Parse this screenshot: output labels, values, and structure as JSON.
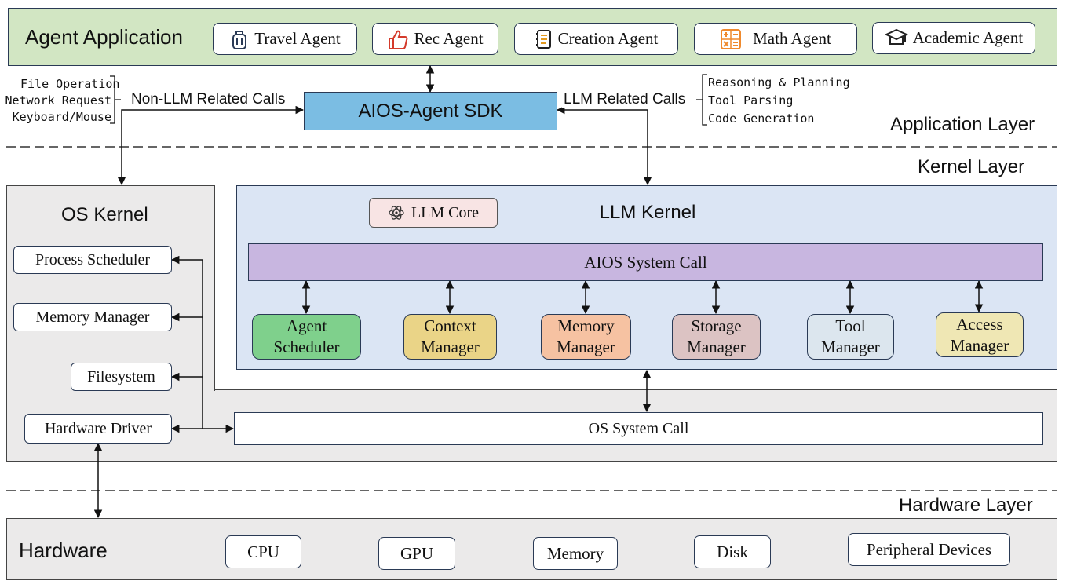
{
  "application": {
    "title": "Agent Application",
    "agents": [
      {
        "label": "Travel Agent",
        "icon": "luggage-icon"
      },
      {
        "label": "Rec Agent",
        "icon": "thumbs-up-icon"
      },
      {
        "label": "Creation Agent",
        "icon": "notebook-icon"
      },
      {
        "label": "Math Agent",
        "icon": "calculator-icon"
      },
      {
        "label": "Academic Agent",
        "icon": "graduation-cap-icon"
      }
    ],
    "sdk": "AIOS-Agent SDK",
    "non_llm_calls": "Non-LLM Related Calls",
    "llm_calls": "LLM Related Calls",
    "non_llm_items": [
      "File Operation",
      "Network Request",
      "Keyboard/Mouse"
    ],
    "llm_items": [
      "Reasoning & Planning",
      "Tool Parsing",
      "Code Generation"
    ],
    "layer": "Application Layer"
  },
  "kernel": {
    "layer": "Kernel Layer",
    "os_kernel": {
      "title": "OS Kernel",
      "modules": [
        "Process Scheduler",
        "Memory Manager",
        "Filesystem",
        "Hardware Driver"
      ]
    },
    "llm_kernel": {
      "title": "LLM Kernel",
      "core": "LLM Core",
      "core_icon": "atom-icon",
      "syscall": "AIOS System Call",
      "managers": [
        {
          "line1": "Agent",
          "line2": "Scheduler",
          "color": "#7fd08c"
        },
        {
          "line1": "Context",
          "line2": "Manager",
          "color": "#ead487"
        },
        {
          "line1": "Memory",
          "line2": "Manager",
          "color": "#f6c2a2"
        },
        {
          "line1": "Storage",
          "line2": "Manager",
          "color": "#dcc3c3"
        },
        {
          "line1": "Tool",
          "line2": "Manager",
          "color": "#dce6ee"
        },
        {
          "line1": "Access",
          "line2": "Manager",
          "color": "#efe7b4"
        }
      ]
    },
    "os_syscall": "OS System Call"
  },
  "hardware": {
    "layer": "Hardware Layer",
    "title": "Hardware",
    "devices": [
      "CPU",
      "GPU",
      "Memory",
      "Disk",
      "Peripheral Devices"
    ]
  },
  "colors": {
    "application_bg": "#d2e6c3",
    "sdk_bg": "#7bbde3",
    "kernel_bg": "#ebeaea",
    "llm_kernel_bg": "#dbe5f4",
    "syscall_bg": "#c8b6e0",
    "core_bg": "#f8e4e4",
    "border": "#2a3a55"
  }
}
